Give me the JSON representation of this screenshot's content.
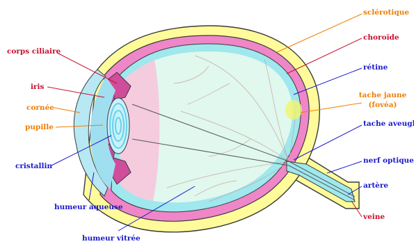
{
  "colors": {
    "sclera": "#fffb9a",
    "choroid": "#ef86c8",
    "retina": "#9ee8ee",
    "vitreous": "#e0f8ee",
    "outline": "#3a3a3a",
    "label_red": "#c8102e",
    "label_orange": "#ef7d00",
    "label_blue": "#1a1acd"
  },
  "labels": {
    "sclerotique": "sclérotique",
    "choroide": "choroïde",
    "retine": "rétine",
    "tache_jaune": "tache jaune",
    "fovea": "(fovéa)",
    "tache_aveugle": "tache aveugle",
    "nerf_optique": "nerf optique",
    "artere": "artère",
    "veine": "veine",
    "corps_ciliaire": "corps ciliaire",
    "iris": "iris",
    "cornee": "cornée",
    "pupille": "pupille",
    "cristallin": "cristallin",
    "humeur_aqueuse": "humeur aqueuse",
    "humeur_vitree": "humeur vitrée"
  }
}
